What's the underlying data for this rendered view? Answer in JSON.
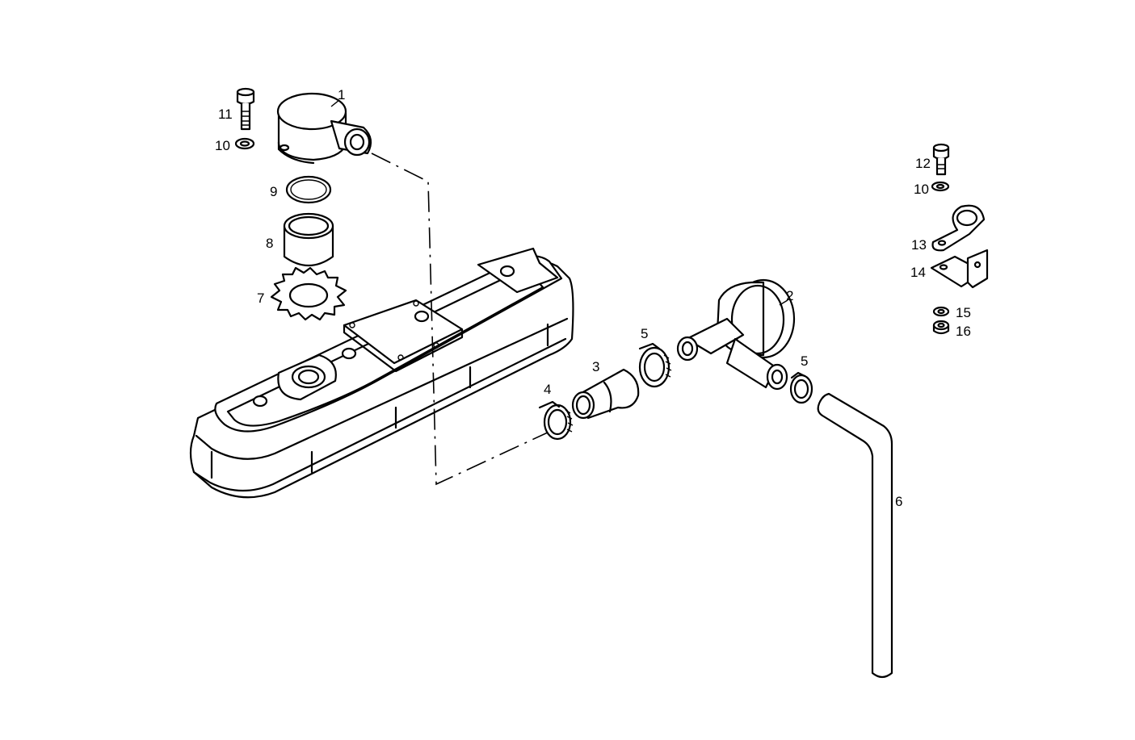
{
  "callouts": [
    {
      "id": "c1",
      "text": "1"
    },
    {
      "id": "c2",
      "text": "2"
    },
    {
      "id": "c3",
      "text": "3"
    },
    {
      "id": "c4",
      "text": "4"
    },
    {
      "id": "c5a",
      "text": "5"
    },
    {
      "id": "c5b",
      "text": "5"
    },
    {
      "id": "c6",
      "text": "6"
    },
    {
      "id": "c7",
      "text": "7"
    },
    {
      "id": "c8",
      "text": "8"
    },
    {
      "id": "c9",
      "text": "9"
    },
    {
      "id": "c10a",
      "text": "10"
    },
    {
      "id": "c10b",
      "text": "10"
    },
    {
      "id": "c11",
      "text": "11"
    },
    {
      "id": "c12",
      "text": "12"
    },
    {
      "id": "c13",
      "text": "13"
    },
    {
      "id": "c14",
      "text": "14"
    },
    {
      "id": "c15",
      "text": "15"
    },
    {
      "id": "c16",
      "text": "16"
    }
  ]
}
